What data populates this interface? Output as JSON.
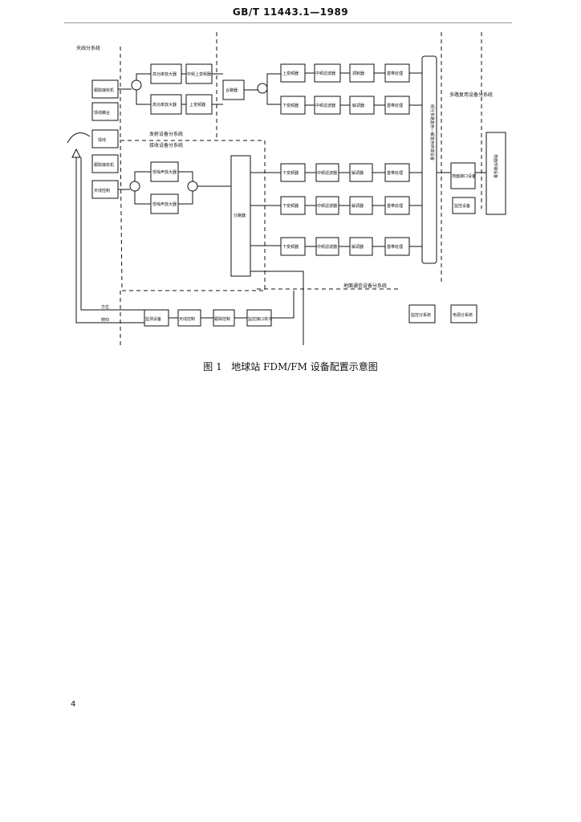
{
  "header": {
    "standard_code": "GB/T 11443.1—1989"
  },
  "figure": {
    "caption_prefix": "图 1",
    "caption_text": "地球站 FDM/FM 设备配置示意图",
    "subsystems": {
      "antenna": "天线分系统",
      "ground_comm": "地面通信设备分系统",
      "multiplex": "多路复用设备分系统",
      "transmit": "发射设备分系统",
      "receive": "接收设备分系统"
    },
    "antenna_blocks": [
      "跟踪接收机",
      "馈线耦合",
      "馈线",
      "跟踪接收机",
      "天线控制"
    ],
    "tx_amps": [
      "高功率放大器",
      "高功率放大器"
    ],
    "rx_amps": [
      "低噪声放大器",
      "低噪声放大器"
    ],
    "rx_downconv": [
      "下变频器",
      "下变频器"
    ],
    "tx_upconv": [
      "中频上变频器",
      "上变频器"
    ],
    "combiner": "合路器",
    "divider": "分路器",
    "upper_rows": [
      [
        "上变频器",
        "中频滤波器",
        "调制器",
        "基带处理"
      ],
      [
        "下变频器",
        "中频滤波器",
        "解调器",
        "基带处理"
      ]
    ],
    "lower_rows": [
      [
        "下变频器",
        "中频滤波器",
        "解调器",
        "基带处理"
      ],
      [
        "下变频器",
        "中频滤波器",
        "解调器",
        "基带处理"
      ],
      [
        "下变频器",
        "中频滤波器",
        "解调器",
        "基带处理"
      ]
    ],
    "mux_unit": "频分多路复用—解复用终端设备",
    "interface": "地面接口设备",
    "landline": "地面传输设备",
    "supervision": "监控设备",
    "control_row": [
      "监测设备",
      "天线控制",
      "跟踪控制",
      "监控接口单元"
    ],
    "signal_labels": [
      "方位",
      "俯仰"
    ],
    "legend": [
      "监控分系统",
      "电源分系统"
    ]
  },
  "page_number": "4"
}
